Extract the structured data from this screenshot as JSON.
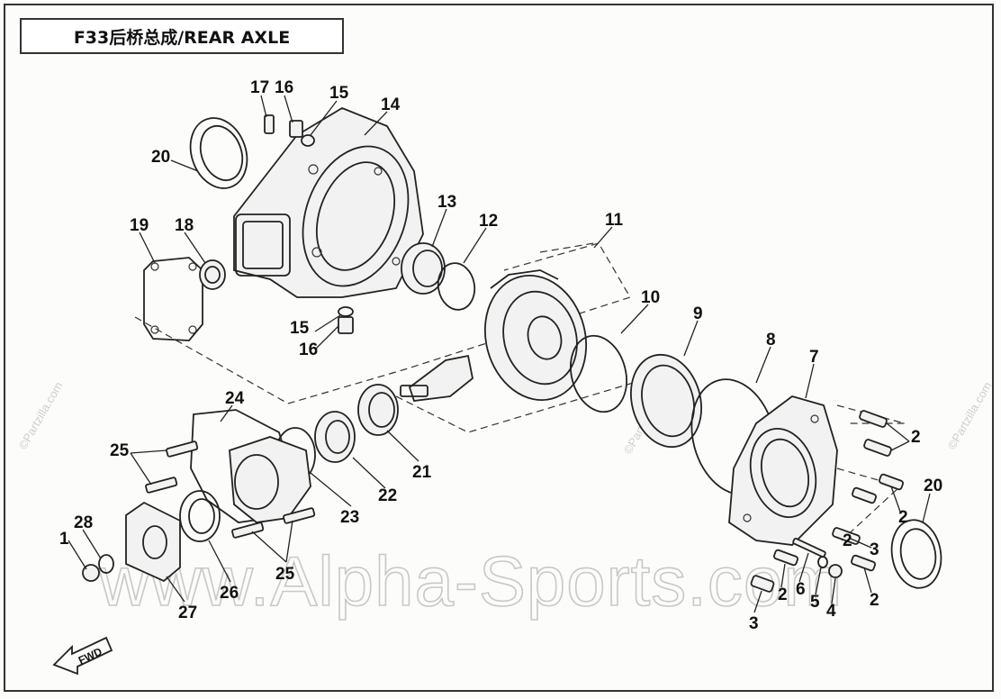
{
  "title": "F33后桥总成/REAR AXLE",
  "watermark": "www.Alpha-Sports.com",
  "side_watermark": "©Partzilla.com",
  "fwd_label": "FWD",
  "callouts": {
    "c1": "1",
    "c2a": "2",
    "c2b": "2",
    "c2c": "2",
    "c2d": "2",
    "c2e": "2",
    "c3a": "3",
    "c3b": "3",
    "c4": "4",
    "c5": "5",
    "c6": "6",
    "c7": "7",
    "c8": "8",
    "c9": "9",
    "c10": "10",
    "c11": "11",
    "c12": "12",
    "c13": "13",
    "c14": "14",
    "c15a": "15",
    "c15b": "15",
    "c16a": "16",
    "c16b": "16",
    "c17": "17",
    "c18": "18",
    "c19": "19",
    "c20a": "20",
    "c20b": "20",
    "c21": "21",
    "c22": "22",
    "c23": "23",
    "c24": "24",
    "c25a": "25",
    "c25b": "25",
    "c26": "26",
    "c27": "27",
    "c28": "28"
  }
}
